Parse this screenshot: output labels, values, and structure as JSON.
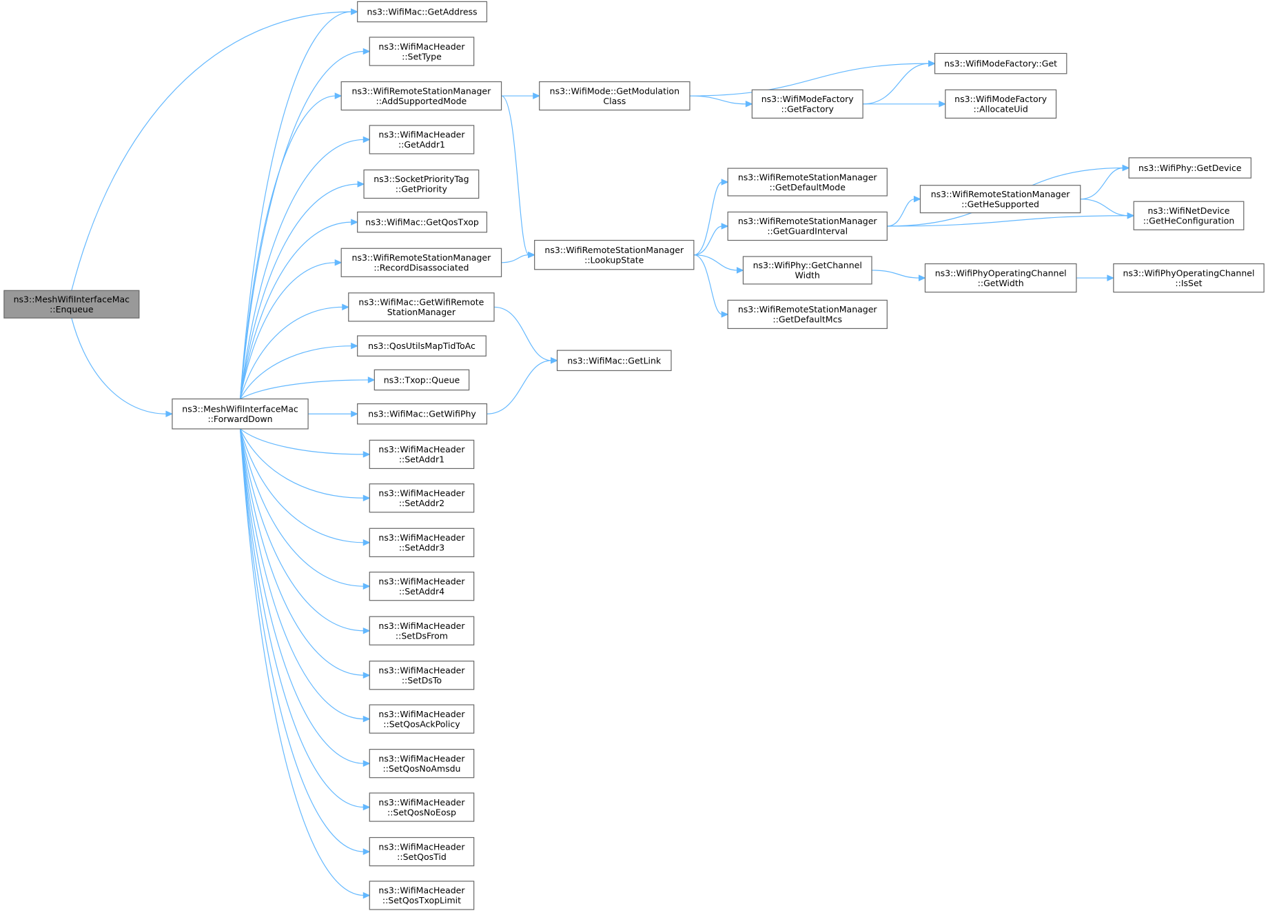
{
  "diagram": {
    "title": "",
    "colors": {
      "edge": "#63b8ff",
      "root_fill": "#999999",
      "node_fill": "#ffffff",
      "border": "#666666"
    },
    "nodes": [
      {
        "id": "enqueue",
        "lines": [
          "ns3::MeshWifiInterfaceMac",
          "::Enqueue"
        ],
        "root": true
      },
      {
        "id": "forwardDown",
        "lines": [
          "ns3::MeshWifiInterfaceMac",
          "::ForwardDown"
        ]
      },
      {
        "id": "getAddress",
        "lines": [
          "ns3::WifiMac::GetAddress"
        ]
      },
      {
        "id": "setType",
        "lines": [
          "ns3::WifiMacHeader",
          "::SetType"
        ]
      },
      {
        "id": "addSupportedMode",
        "lines": [
          "ns3::WifiRemoteStationManager",
          "::AddSupportedMode"
        ]
      },
      {
        "id": "getAddr1",
        "lines": [
          "ns3::WifiMacHeader",
          "::GetAddr1"
        ]
      },
      {
        "id": "getPriority",
        "lines": [
          "ns3::SocketPriorityTag",
          "::GetPriority"
        ]
      },
      {
        "id": "getQosTxop",
        "lines": [
          "ns3::WifiMac::GetQosTxop"
        ]
      },
      {
        "id": "recordDisassociated",
        "lines": [
          "ns3::WifiRemoteStationManager",
          "::RecordDisassociated"
        ]
      },
      {
        "id": "getWifiRemoteStationManager",
        "lines": [
          "ns3::WifiMac::GetWifiRemote",
          "StationManager"
        ]
      },
      {
        "id": "qosUtilsMapTidToAc",
        "lines": [
          "ns3::QosUtilsMapTidToAc"
        ]
      },
      {
        "id": "txopQueue",
        "lines": [
          "ns3::Txop::Queue"
        ]
      },
      {
        "id": "getWifiPhy",
        "lines": [
          "ns3::WifiMac::GetWifiPhy"
        ]
      },
      {
        "id": "setAddr1",
        "lines": [
          "ns3::WifiMacHeader",
          "::SetAddr1"
        ]
      },
      {
        "id": "setAddr2",
        "lines": [
          "ns3::WifiMacHeader",
          "::SetAddr2"
        ]
      },
      {
        "id": "setAddr3",
        "lines": [
          "ns3::WifiMacHeader",
          "::SetAddr3"
        ]
      },
      {
        "id": "setAddr4",
        "lines": [
          "ns3::WifiMacHeader",
          "::SetAddr4"
        ]
      },
      {
        "id": "setDsFrom",
        "lines": [
          "ns3::WifiMacHeader",
          "::SetDsFrom"
        ]
      },
      {
        "id": "setDsTo",
        "lines": [
          "ns3::WifiMacHeader",
          "::SetDsTo"
        ]
      },
      {
        "id": "setQosAckPolicy",
        "lines": [
          "ns3::WifiMacHeader",
          "::SetQosAckPolicy"
        ]
      },
      {
        "id": "setQosNoAmsdu",
        "lines": [
          "ns3::WifiMacHeader",
          "::SetQosNoAmsdu"
        ]
      },
      {
        "id": "setQosNoEosp",
        "lines": [
          "ns3::WifiMacHeader",
          "::SetQosNoEosp"
        ]
      },
      {
        "id": "setQosTid",
        "lines": [
          "ns3::WifiMacHeader",
          "::SetQosTid"
        ]
      },
      {
        "id": "setQosTxopLimit",
        "lines": [
          "ns3::WifiMacHeader",
          "::SetQosTxopLimit"
        ]
      },
      {
        "id": "getModulationClass",
        "lines": [
          "ns3::WifiMode::GetModulation",
          "Class"
        ]
      },
      {
        "id": "lookupState",
        "lines": [
          "ns3::WifiRemoteStationManager",
          "::LookupState"
        ]
      },
      {
        "id": "getLink",
        "lines": [
          "ns3::WifiMac::GetLink"
        ]
      },
      {
        "id": "modeFactoryGet",
        "lines": [
          "ns3::WifiModeFactory::Get"
        ]
      },
      {
        "id": "getFactory",
        "lines": [
          "ns3::WifiModeFactory",
          "::GetFactory"
        ]
      },
      {
        "id": "allocateUid",
        "lines": [
          "ns3::WifiModeFactory",
          "::AllocateUid"
        ]
      },
      {
        "id": "getDefaultMode",
        "lines": [
          "ns3::WifiRemoteStationManager",
          "::GetDefaultMode"
        ]
      },
      {
        "id": "getGuardInterval",
        "lines": [
          "ns3::WifiRemoteStationManager",
          "::GetGuardInterval"
        ]
      },
      {
        "id": "getChannelWidth",
        "lines": [
          "ns3::WifiPhy::GetChannel",
          "Width"
        ]
      },
      {
        "id": "getDefaultMcs",
        "lines": [
          "ns3::WifiRemoteStationManager",
          "::GetDefaultMcs"
        ]
      },
      {
        "id": "getHeSupported",
        "lines": [
          "ns3::WifiRemoteStationManager",
          "::GetHeSupported"
        ]
      },
      {
        "id": "operatingChannelGetWidth",
        "lines": [
          "ns3::WifiPhyOperatingChannel",
          "::GetWidth"
        ]
      },
      {
        "id": "getDevice",
        "lines": [
          "ns3::WifiPhy::GetDevice"
        ]
      },
      {
        "id": "getHeConfiguration",
        "lines": [
          "ns3::WifiNetDevice",
          "::GetHeConfiguration"
        ]
      },
      {
        "id": "isSet",
        "lines": [
          "ns3::WifiPhyOperatingChannel",
          "::IsSet"
        ]
      }
    ],
    "edges": [
      [
        "enqueue",
        "getAddress"
      ],
      [
        "enqueue",
        "forwardDown"
      ],
      [
        "forwardDown",
        "getAddress"
      ],
      [
        "forwardDown",
        "setType"
      ],
      [
        "forwardDown",
        "addSupportedMode"
      ],
      [
        "forwardDown",
        "getAddr1"
      ],
      [
        "forwardDown",
        "getPriority"
      ],
      [
        "forwardDown",
        "getQosTxop"
      ],
      [
        "forwardDown",
        "recordDisassociated"
      ],
      [
        "forwardDown",
        "getWifiRemoteStationManager"
      ],
      [
        "forwardDown",
        "qosUtilsMapTidToAc"
      ],
      [
        "forwardDown",
        "txopQueue"
      ],
      [
        "forwardDown",
        "getWifiPhy"
      ],
      [
        "forwardDown",
        "setAddr1"
      ],
      [
        "forwardDown",
        "setAddr2"
      ],
      [
        "forwardDown",
        "setAddr3"
      ],
      [
        "forwardDown",
        "setAddr4"
      ],
      [
        "forwardDown",
        "setDsFrom"
      ],
      [
        "forwardDown",
        "setDsTo"
      ],
      [
        "forwardDown",
        "setQosAckPolicy"
      ],
      [
        "forwardDown",
        "setQosNoAmsdu"
      ],
      [
        "forwardDown",
        "setQosNoEosp"
      ],
      [
        "forwardDown",
        "setQosTid"
      ],
      [
        "forwardDown",
        "setQosTxopLimit"
      ],
      [
        "addSupportedMode",
        "getModulationClass"
      ],
      [
        "addSupportedMode",
        "lookupState"
      ],
      [
        "recordDisassociated",
        "lookupState"
      ],
      [
        "getWifiRemoteStationManager",
        "getLink"
      ],
      [
        "getWifiPhy",
        "getLink"
      ],
      [
        "getModulationClass",
        "modeFactoryGet"
      ],
      [
        "getModulationClass",
        "getFactory"
      ],
      [
        "getFactory",
        "modeFactoryGet"
      ],
      [
        "getFactory",
        "allocateUid"
      ],
      [
        "lookupState",
        "getDefaultMode"
      ],
      [
        "lookupState",
        "getGuardInterval"
      ],
      [
        "lookupState",
        "getChannelWidth"
      ],
      [
        "lookupState",
        "getDefaultMcs"
      ],
      [
        "getGuardInterval",
        "getDevice"
      ],
      [
        "getGuardInterval",
        "getHeSupported"
      ],
      [
        "getGuardInterval",
        "getHeConfiguration"
      ],
      [
        "getHeSupported",
        "getDevice"
      ],
      [
        "getHeSupported",
        "getHeConfiguration"
      ],
      [
        "getChannelWidth",
        "operatingChannelGetWidth"
      ],
      [
        "operatingChannelGetWidth",
        "isSet"
      ]
    ]
  }
}
